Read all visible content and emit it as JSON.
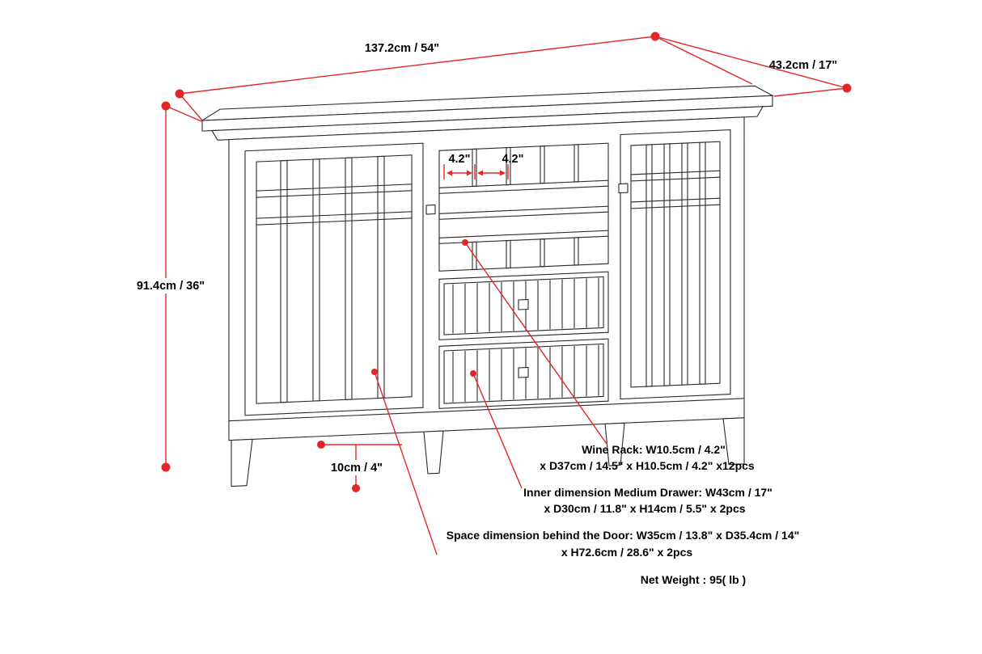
{
  "colors": {
    "line": "#2b2b2b",
    "dimension_red": "#e12726",
    "text": "#000000",
    "background": "#ffffff"
  },
  "diagram": {
    "type": "furniture-dimension-drawing",
    "subject": "sideboard cabinet with two mission-style doors, wine rack and two drawers",
    "dimensions": {
      "width": "137.2cm / 54\"",
      "depth": "43.2cm / 17\"",
      "height": "91.4cm / 36\"",
      "wine_cell_left": "4.2\"",
      "wine_cell_right": "4.2\"",
      "leg_height": "10cm / 4\""
    },
    "notes": {
      "wine_rack_line1": "Wine Rack: W10.5cm / 4.2\"",
      "wine_rack_line2": "x D37cm / 14.5\" x H10.5cm / 4.2\" x12pcs",
      "drawer_line1": "Inner dimension Medium Drawer: W43cm / 17\"",
      "drawer_line2": "x D30cm / 11.8\" x H14cm / 5.5\" x 2pcs",
      "door_line1": "Space dimension behind the Door:  W35cm / 13.8\" x D35.4cm / 14\"",
      "door_line2": "x H72.6cm / 28.6\" x 2pcs",
      "net_weight": "Net Weight : 95( lb )"
    }
  }
}
